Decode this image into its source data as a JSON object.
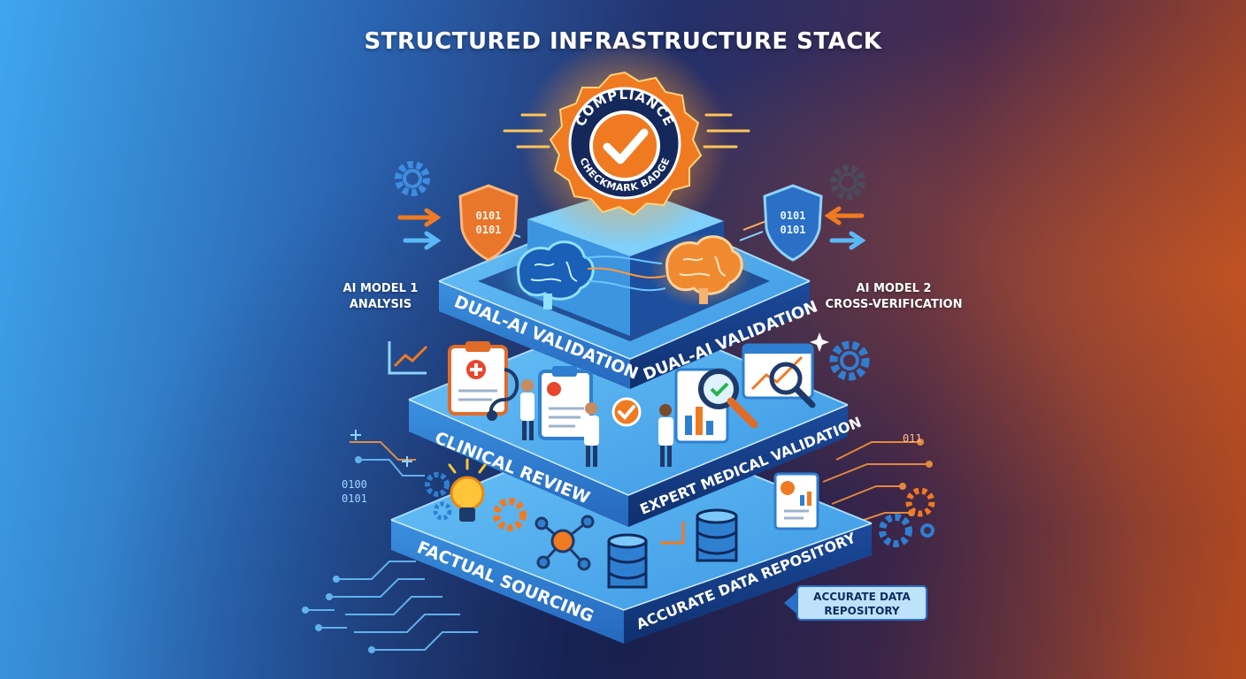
{
  "title": "STRUCTURED INFRASTRUCTURE STACK",
  "badge": {
    "line1": "COMPLIANCE",
    "line2": "CHECKMARK BADGE"
  },
  "shields": {
    "left_text_1": "0101",
    "left_text_2": "0101",
    "right_text_1": "0101",
    "right_text_2": "0101"
  },
  "side_labels": {
    "ai_model_1_line1": "AI MODEL 1",
    "ai_model_1_line2": "ANALYSIS",
    "ai_model_2_line1": "AI MODEL 2",
    "ai_model_2_line2": "CROSS-VERIFICATION"
  },
  "layers": {
    "dual_ai_left": "DUAL-AI VALIDATION",
    "dual_ai_right": "DUAL-AI VALIDATION",
    "clinical_left": "CLINICAL REVIEW",
    "clinical_right": "EXPERT MEDICAL VALIDATION",
    "factual_left": "FACTUAL SOURCING",
    "factual_right": "ACCURATE DATA REPOSITORY"
  },
  "binary": {
    "left_1": "0100",
    "left_2": "0101",
    "right": "011"
  },
  "tag": {
    "line1": "ACCURATE DATA",
    "line2": "REPOSITORY"
  },
  "colors": {
    "layer_top": "#4fb1ef",
    "layer_left": "#2f7fd1",
    "layer_right": "#17418e",
    "badge_orange": "#f07a22",
    "badge_navy": "#15285c"
  }
}
